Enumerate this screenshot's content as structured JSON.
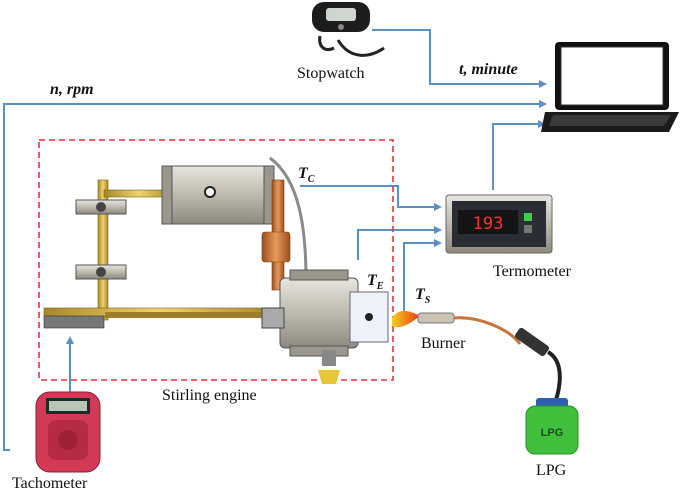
{
  "labels": {
    "stopwatch": "Stopwatch",
    "t_minute": "t, minute",
    "n_rpm": "n, rpm",
    "tc_main": "T",
    "tc_sub": "C",
    "te_main": "T",
    "te_sub": "E",
    "ts_main": "T",
    "ts_sub": "S",
    "termometer": "Termometer",
    "burner": "Burner",
    "stirling_engine": "Stirling engine",
    "tachometer": "Tachometer",
    "lpg": "LPG"
  },
  "device_text": {
    "thermometer_display": "193",
    "lpg_tank": "LPG"
  },
  "colors": {
    "arrow": "#5b8fc7",
    "dashed_box": "#e8323c",
    "lpg_tank": "#3fbf3c",
    "tachometer": "#d23a55",
    "engine_metal": "#c9c6bd",
    "brass": "#d6b23a",
    "copper": "#c8743a"
  },
  "icons": [
    "stopwatch-icon",
    "laptop-icon",
    "thermometer-device-icon",
    "stirling-engine-icon",
    "tachometer-icon",
    "burner-icon",
    "lpg-tank-icon"
  ]
}
